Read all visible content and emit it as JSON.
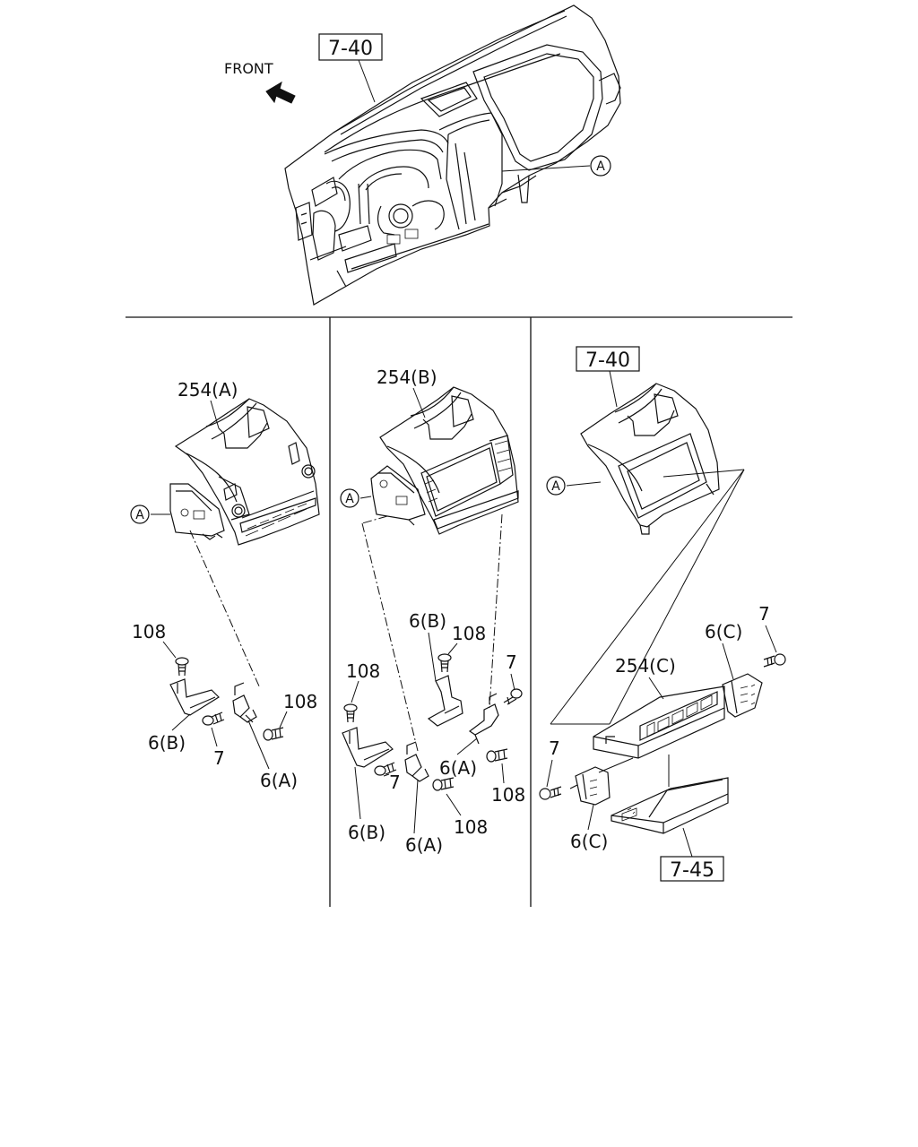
{
  "references": {
    "ref_7_40": "7-40",
    "ref_7_45": "7-45",
    "front": "FRONT",
    "circle_a": "A"
  },
  "panels": {
    "left": {
      "part_title": "254(A)",
      "screw_108": "108",
      "bracket_6b": "6(B)",
      "bolt_7": "7",
      "bracket_6a": "6(A)",
      "screw_108_right": "108"
    },
    "middle": {
      "part_title": "254(B)",
      "bracket_6b_top": "6(B)",
      "screw_108_top": "108",
      "bolt_7_top": "7",
      "screw_108_left": "108",
      "bracket_6a_top": "6(A)",
      "screw_108_right": "108",
      "bolt_7_bottom": "7",
      "screw_108_bottom": "108",
      "bracket_6b_bottom": "6(B)",
      "bracket_6a_bottom": "6(A)"
    },
    "right": {
      "bolt_7_top": "7",
      "bracket_6c_top": "6(C)",
      "part_title": "254(C)",
      "bolt_7_left": "7",
      "bracket_6c_bottom": "6(C)"
    }
  }
}
